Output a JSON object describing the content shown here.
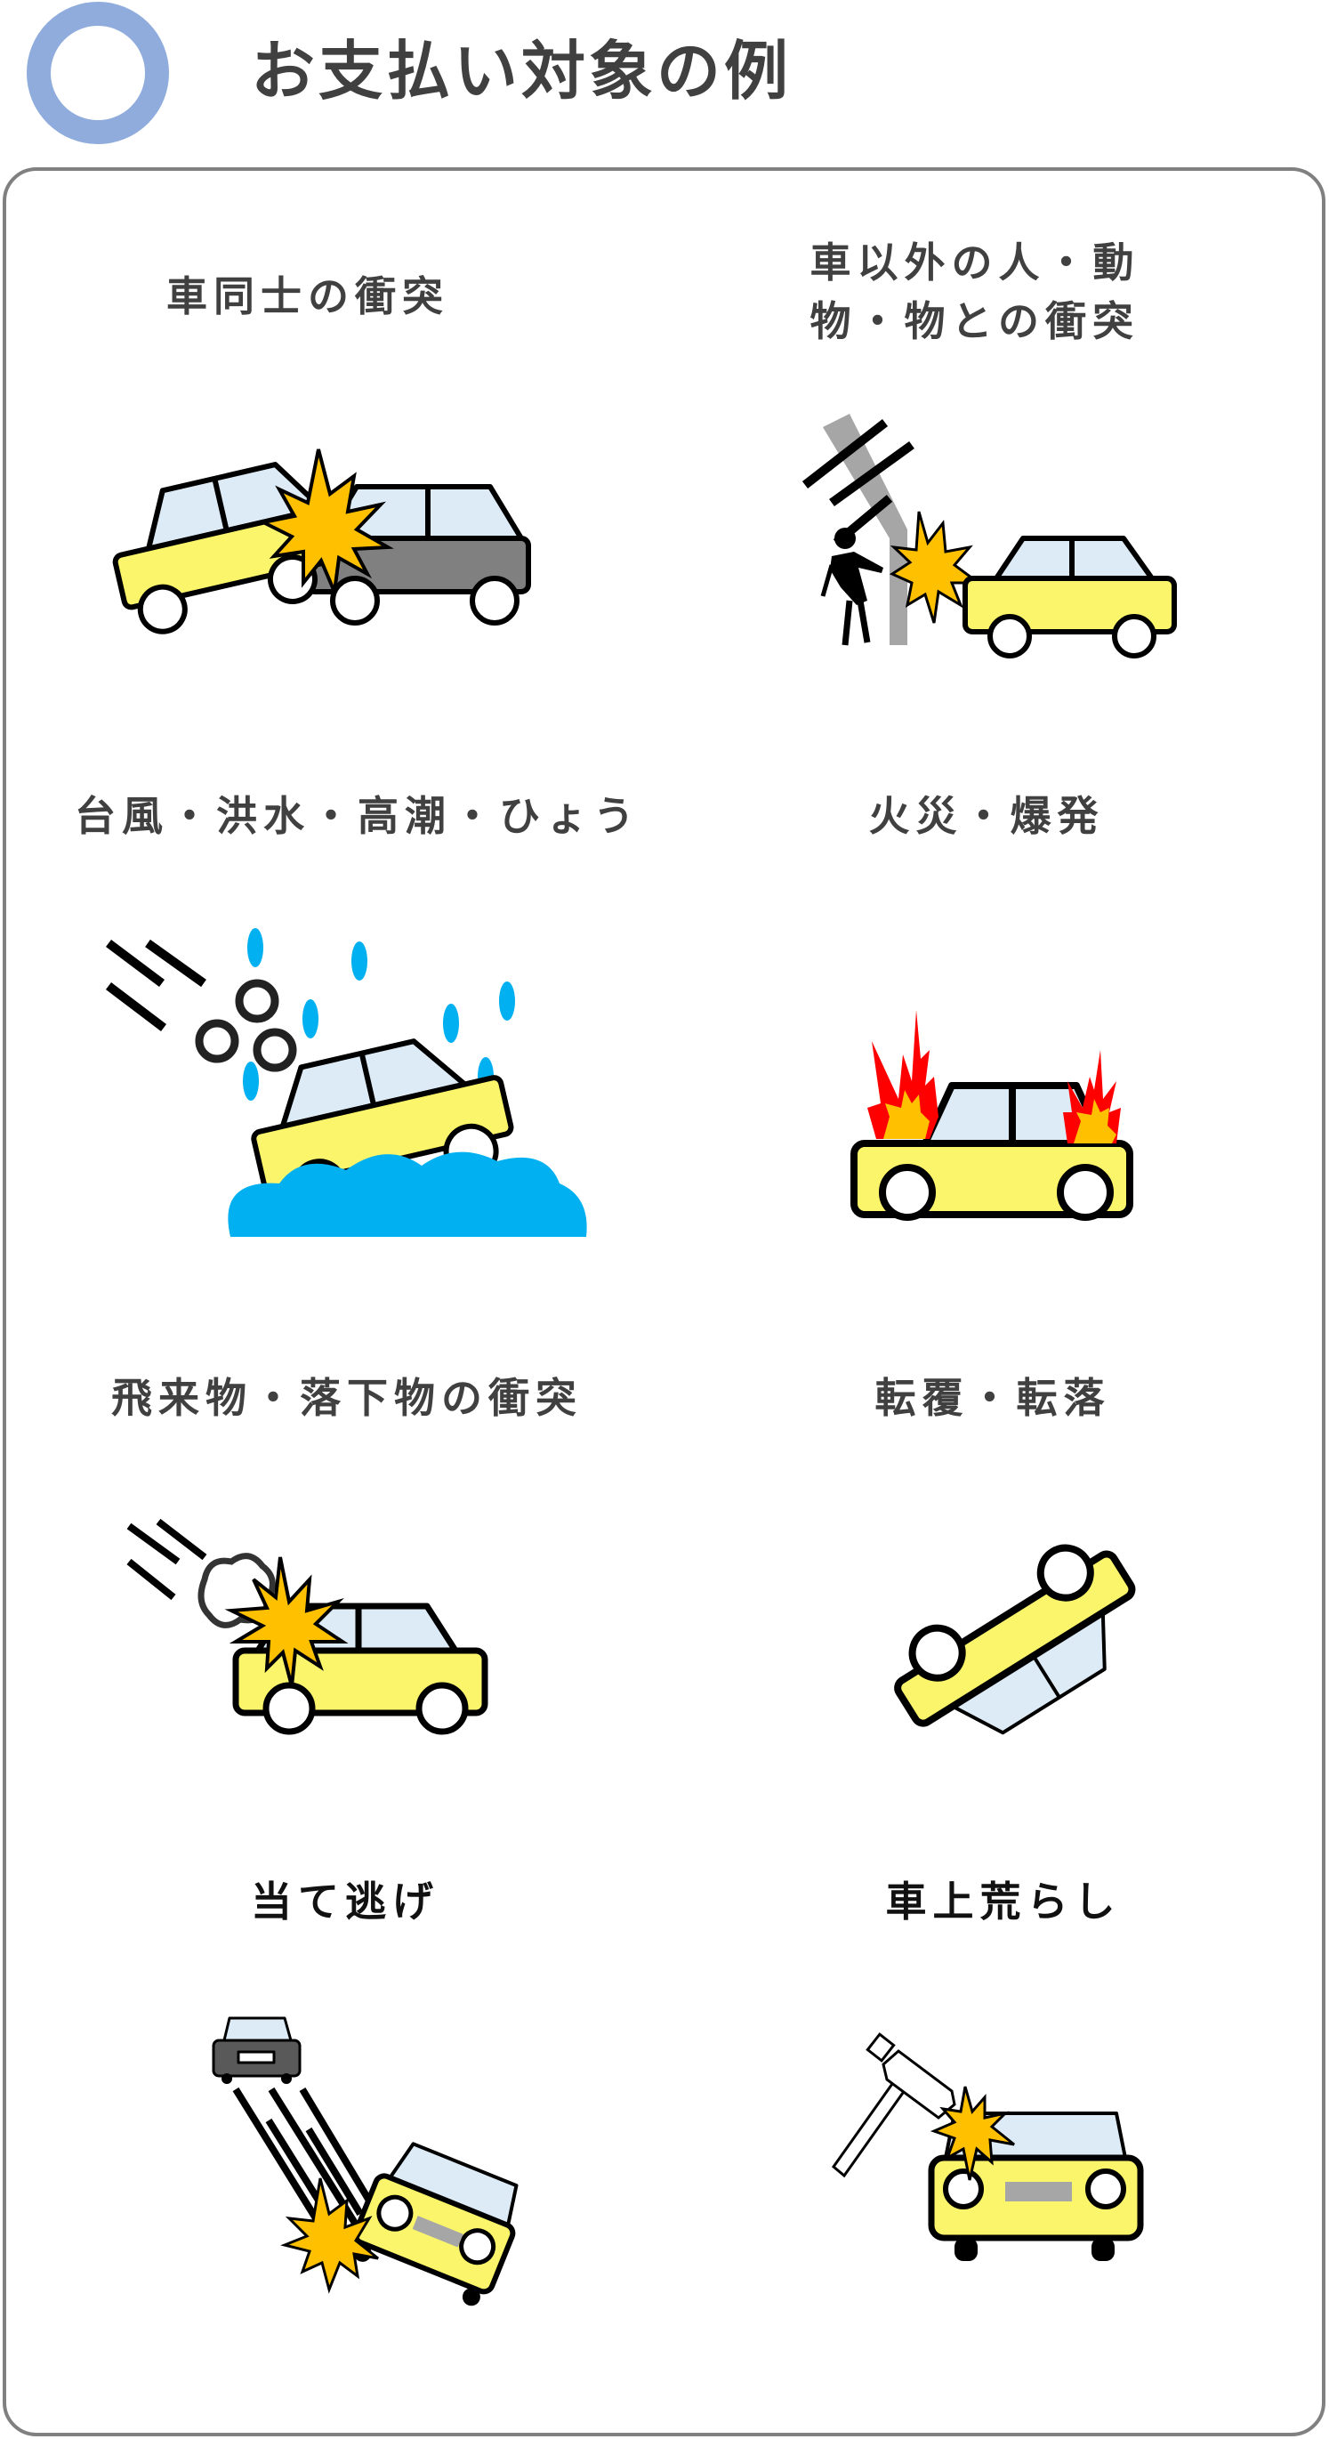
{
  "header": {
    "icon": "ring-circle-icon",
    "title": "お支払い対象の例"
  },
  "colors": {
    "ring": "#8FACDD",
    "title_text": "#404040",
    "panel_border": "#808080",
    "car_body": "#FBF56B",
    "car_window": "#DDEBF7",
    "gray_car": "#808080",
    "burst": "#FFC000",
    "flame_red": "#FF0000",
    "water": "#00B0F0",
    "pole": "#A6A6A6"
  },
  "examples": [
    {
      "label": "車同士の衝突",
      "icon": "car-collision-icon"
    },
    {
      "label": "車以外の人・動\n物・物との衝突",
      "icon": "car-hits-pole-and-person-icon"
    },
    {
      "label": "台風・洪水・高潮・ひょう",
      "icon": "storm-flood-hail-car-icon"
    },
    {
      "label": "火災・爆発",
      "icon": "car-fire-icon"
    },
    {
      "label": "飛来物・落下物の衝突",
      "icon": "falling-object-car-icon"
    },
    {
      "label": "転覆・転落",
      "icon": "overturned-car-icon"
    },
    {
      "label": "当て逃げ",
      "icon": "hit-and-run-icon"
    },
    {
      "label": "車上荒らし",
      "icon": "car-break-in-hammer-icon"
    }
  ]
}
